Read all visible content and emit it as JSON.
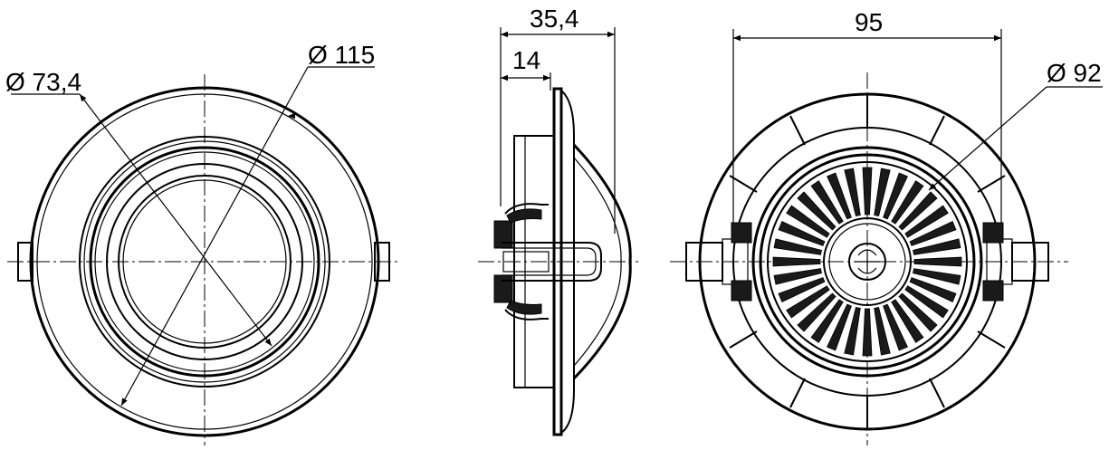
{
  "dimensions": {
    "front_inner_diameter": "Ø 73,4",
    "front_outer_diameter": "Ø 115",
    "side_total_depth": "35,4",
    "side_body_depth": "14",
    "rear_width": "95",
    "rear_cutout_diameter": "Ø 92"
  },
  "colors": {
    "line": "#000000",
    "background": "#ffffff",
    "fill_dark": "#1a1a1a"
  }
}
